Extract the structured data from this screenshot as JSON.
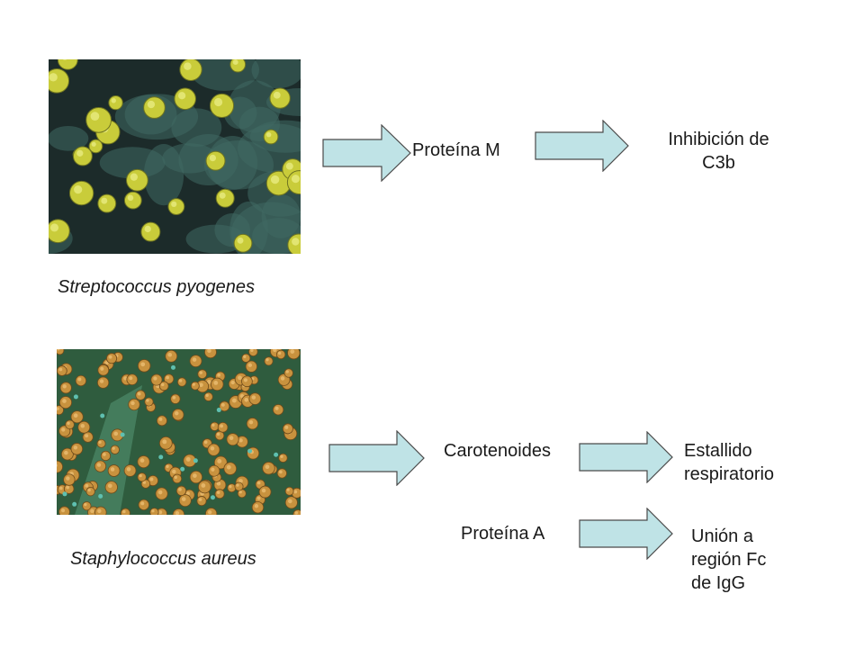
{
  "colors": {
    "arrow_fill": "#bfe3e6",
    "arrow_stroke": "#4a4a4a",
    "strep_background": "#1c2b2a",
    "strep_cocci": "#c9cc3a",
    "staph_background": "#2f5c3e",
    "staph_cocci": "#c8923e"
  },
  "organisms": [
    {
      "caption": "Streptococcus pyogenes",
      "image_icon": "streptococcus-micrograph",
      "pathways": [
        {
          "factor": "Proteína M",
          "effect_lines": [
            "Inhibición de",
            "C3b"
          ]
        }
      ]
    },
    {
      "caption": "Staphylococcus aureus",
      "image_icon": "staphylococcus-micrograph",
      "pathways": [
        {
          "factor": "Carotenoides",
          "effect_lines": [
            "Estallido",
            "respiratorio"
          ]
        },
        {
          "factor": "Proteína A",
          "effect_lines": [
            "Unión a",
            "región Fc",
            "de IgG"
          ]
        }
      ]
    }
  ]
}
